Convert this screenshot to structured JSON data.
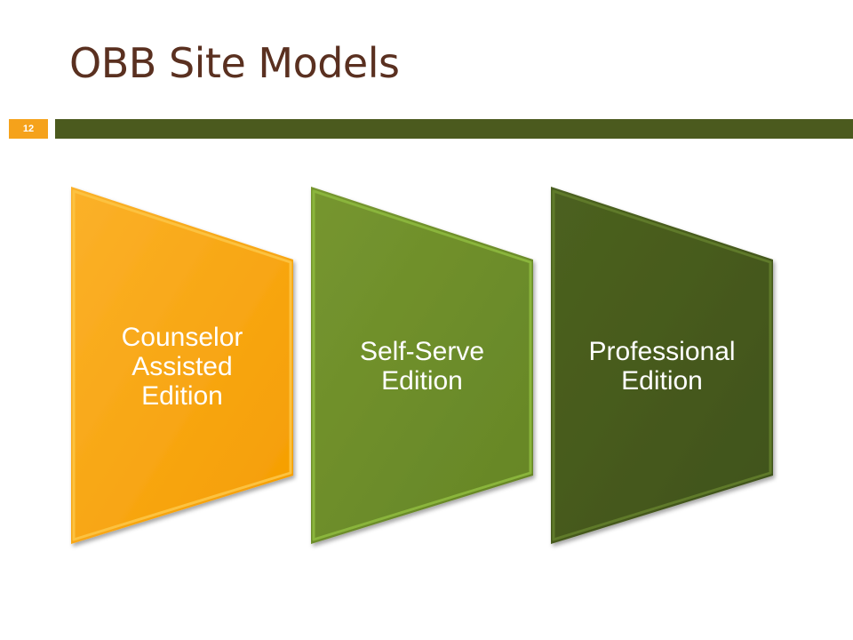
{
  "slide": {
    "title": "OBB Site Models",
    "number": "12"
  },
  "colors": {
    "title_text": "#5a3020",
    "accent_bar": "#4b5a1e",
    "number_box": "#f5a21b",
    "number_text": "#ffffff",
    "orange": "#f8a308",
    "orange_light": "#fcc240",
    "green": "#6b8a2a",
    "green_light": "#8ab53c",
    "dark_green": "#46591d",
    "dark_green_light": "#5f7a2a",
    "label_text": "#ffffff"
  },
  "editions": [
    {
      "label": "Counselor\nAssisted\nEdition",
      "color": "orange"
    },
    {
      "label": "Self-Serve\nEdition",
      "color": "green"
    },
    {
      "label": "Professional\nEdition",
      "color": "dark_green"
    }
  ]
}
